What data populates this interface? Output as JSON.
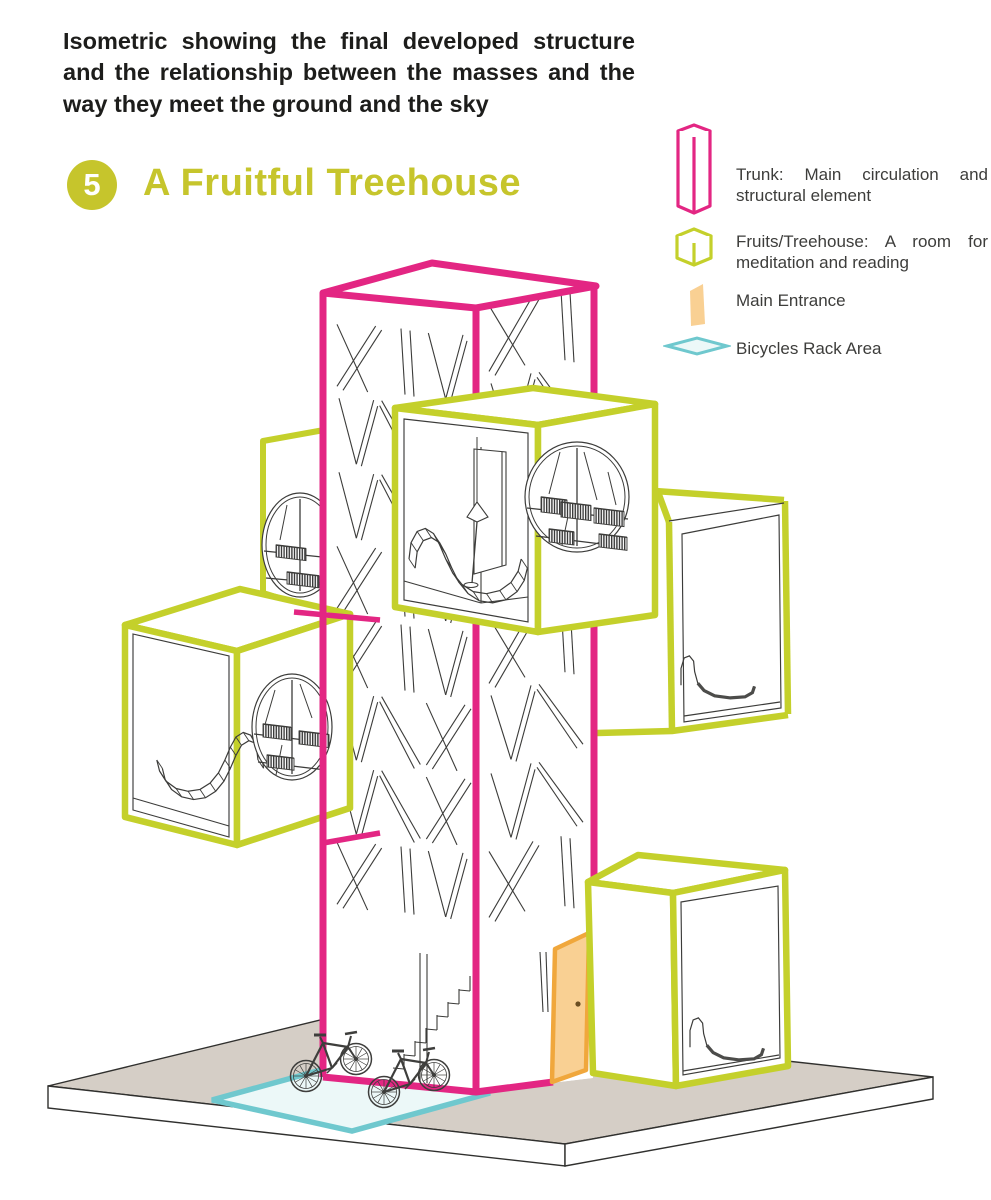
{
  "header": {
    "title": "Isometric showing the final developed structure and the relationship between the masses and the way they meet the ground and the sky"
  },
  "section": {
    "number": "5",
    "title": "A Fruitful Treehouse"
  },
  "legend": {
    "items": [
      {
        "icon": "trunk-icon",
        "label": "Trunk: Main circulation and structural element"
      },
      {
        "icon": "fruit-cube-icon",
        "label": "Fruits/Treehouse: A room for meditation and reading"
      },
      {
        "icon": "main-entrance-icon",
        "label": "Main Entrance"
      },
      {
        "icon": "bicycles-rack-icon",
        "label": "Bicycles Rack Area"
      }
    ]
  },
  "colors": {
    "trunk_pink": "#e32683",
    "fruit_green": "#c4d02b",
    "title_green": "#c6c52c",
    "entrance_fill": "#f9d093",
    "entrance_border": "#f0a73c",
    "rack_border": "#6fc8ce",
    "rack_fill": "#ecf8f8",
    "ground_fill": "#d5cec6",
    "drawing_line": "#3c3c3a",
    "heading_text": "#1d1d1b",
    "legend_text": "#3d3d3b"
  }
}
